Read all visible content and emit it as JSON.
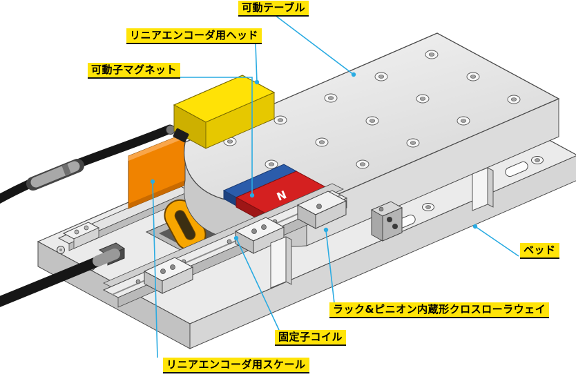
{
  "diagram": {
    "labels": {
      "movable_table": "可動テーブル",
      "encoder_head": "リニアエンコーダ用ヘッド",
      "mover_magnet": "可動子マグネット",
      "bed": "ベッド",
      "cross_roller_way": "ラック&ピニオン内蔵形クロスローラウェイ",
      "stator_coil": "固定子コイル",
      "encoder_scale": "リニアエンコーダ用スケール"
    },
    "magnet_pole_marking": "N",
    "colors": {
      "label_highlight": "#ffe408",
      "leader_line": "#29abe2",
      "encoder_head_yellow": "#ffe206",
      "scale_orange": "#f08300",
      "coil_orange": "#f7a600",
      "magnet_red": "#d42020",
      "magnet_blue": "#2b5cab",
      "cable_black": "#161616",
      "metal_gray": "#ebebeb"
    }
  }
}
